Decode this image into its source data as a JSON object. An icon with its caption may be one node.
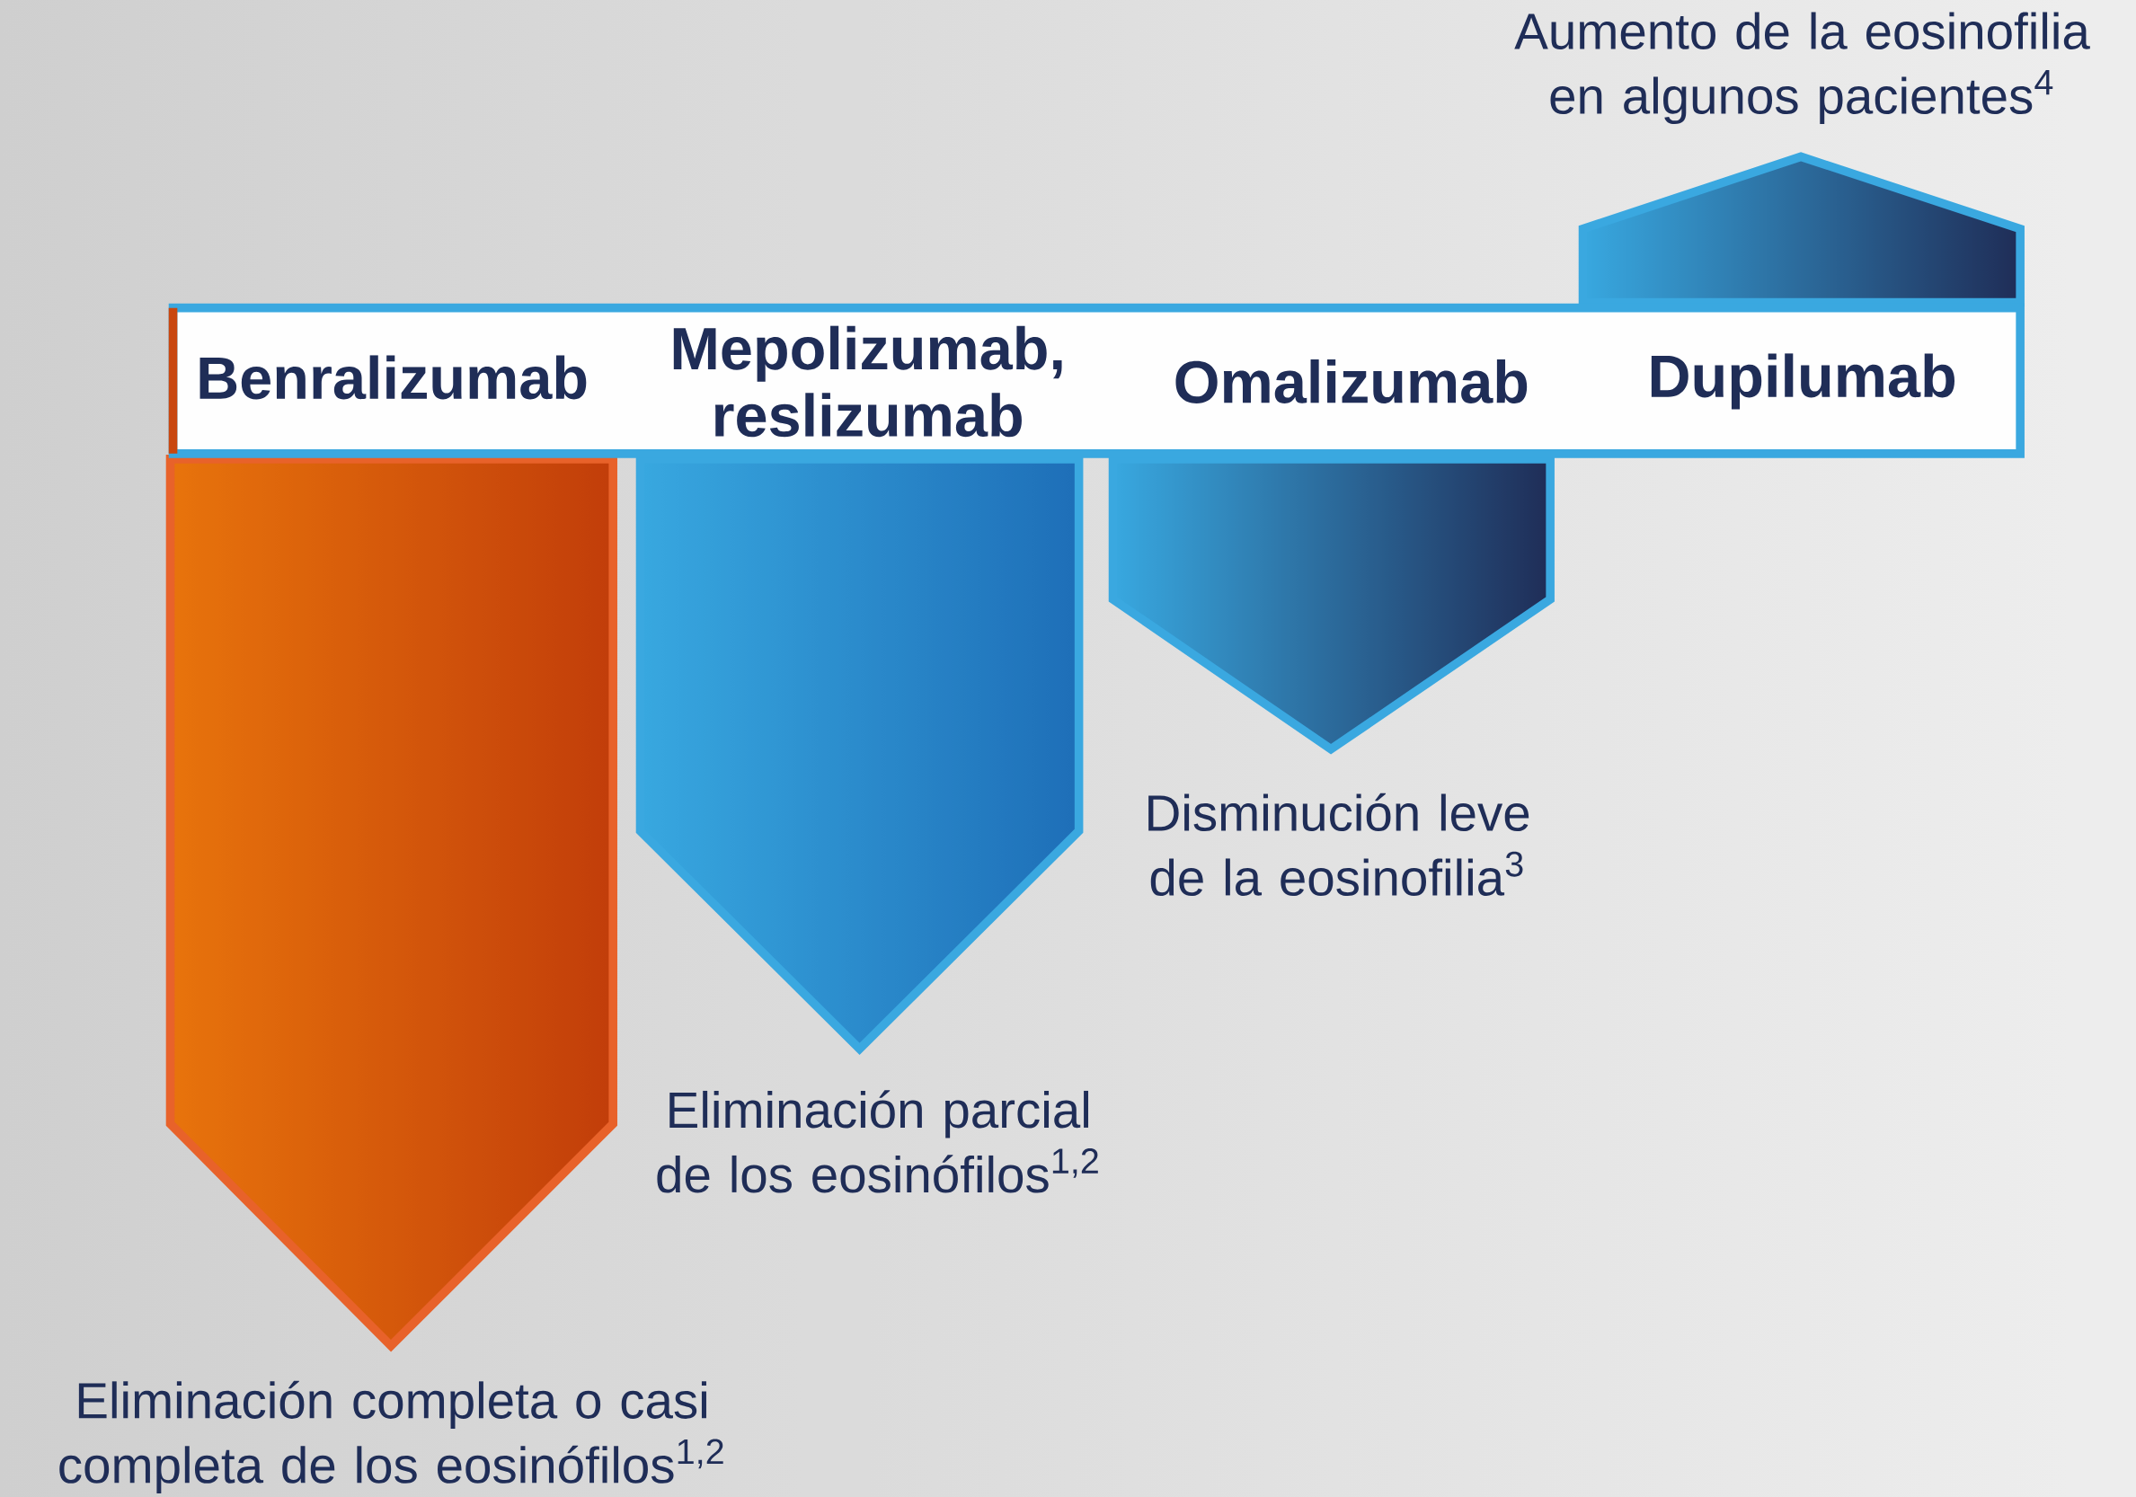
{
  "diagram": {
    "nodes": [
      {
        "text": [
          "Benralizumab"
        ]
      },
      {
        "text": [
          "Mepolizumab, reslizumab"
        ]
      },
      {
        "text": [
          "Omalizumab"
        ]
      },
      {
        "text": [
          "Dupilumab"
        ]
      }
    ],
    "labels": [
      "Aumento de la eosinofilia en algunos pacientes$^{4}$",
      "Disminución leve de la eosinofilia$^{3}$",
      "Eliminación parcial de los eosinófilos$^{1,2}$",
      "Eliminación completa o casi completa de los eosinófilos$^{1,2}$"
    ]
  }
}
